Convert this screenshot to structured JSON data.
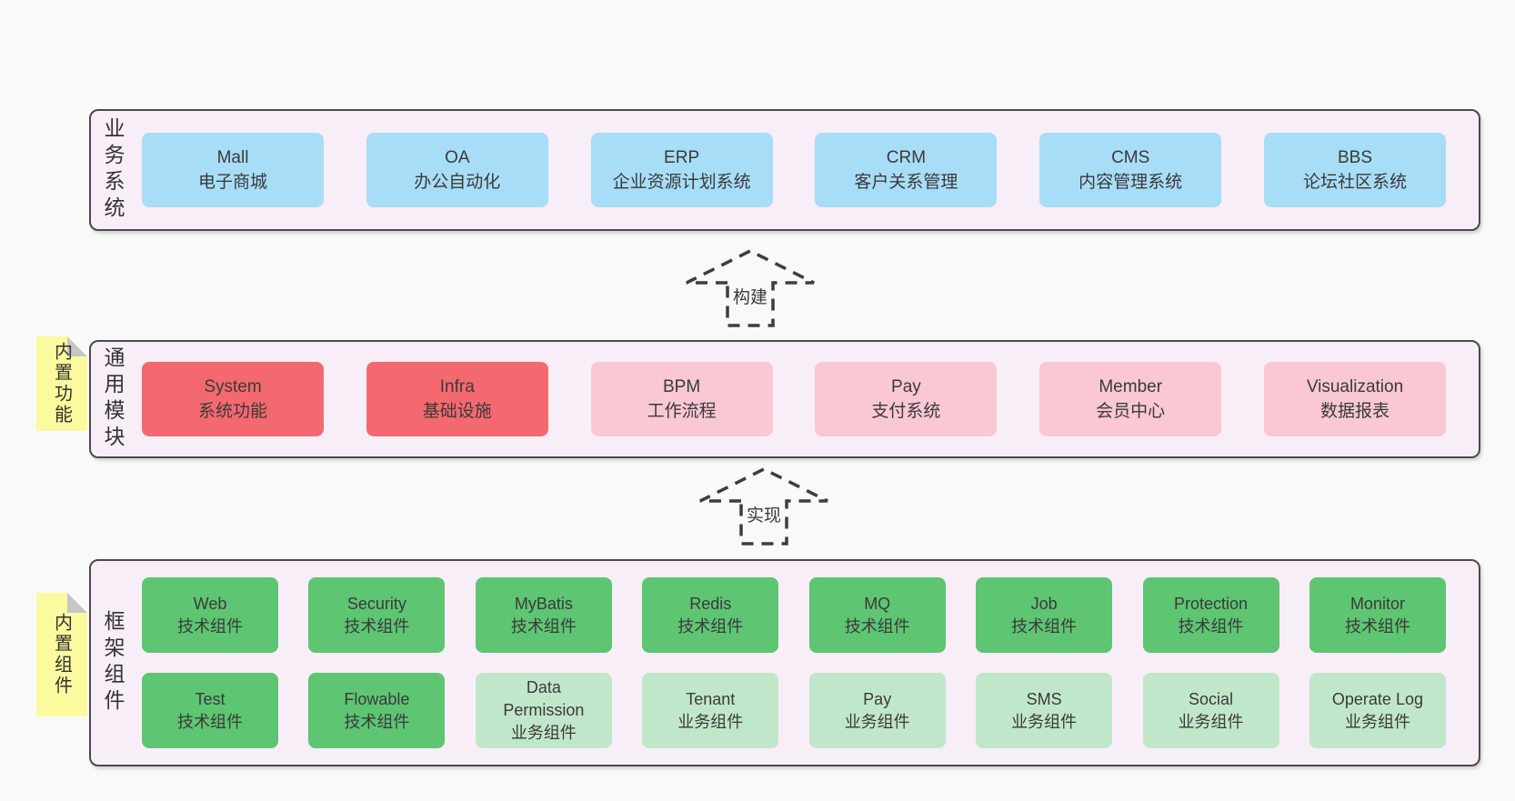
{
  "colors": {
    "page_bg": "#f9f9f9",
    "container_bg": "#f8eef7",
    "container_border": "#4a4a4a",
    "business_box": "#a8ddf7",
    "module_core_box": "#f4696f",
    "module_box": "#f9c8d2",
    "tech_component_box": "#5ec573",
    "biz_component_box": "#c1e7ca",
    "sticky_tag": "#fbfa9e",
    "sticky_fold": "#c6c6c6",
    "text": "#3a3a3a"
  },
  "arrows": [
    {
      "label": "构建"
    },
    {
      "label": "实现"
    }
  ],
  "layers": {
    "business": {
      "label": "业务系统",
      "boxes": [
        {
          "name": "Mall",
          "desc": "电子商城"
        },
        {
          "name": "OA",
          "desc": "办公自动化"
        },
        {
          "name": "ERP",
          "desc": "企业资源计划系统"
        },
        {
          "name": "CRM",
          "desc": "客户关系管理"
        },
        {
          "name": "CMS",
          "desc": "内容管理系统"
        },
        {
          "name": "BBS",
          "desc": "论坛社区系统"
        }
      ]
    },
    "modules": {
      "label": "通用模块",
      "tag": "内置功能",
      "boxes": [
        {
          "name": "System",
          "desc": "系统功能"
        },
        {
          "name": "Infra",
          "desc": "基础设施"
        },
        {
          "name": "BPM",
          "desc": "工作流程"
        },
        {
          "name": "Pay",
          "desc": "支付系统"
        },
        {
          "name": "Member",
          "desc": "会员中心"
        },
        {
          "name": "Visualization",
          "desc": "数据报表"
        }
      ]
    },
    "framework": {
      "label": "框架组件",
      "tag": "内置组件",
      "row1": [
        {
          "name": "Web",
          "desc": "技术组件"
        },
        {
          "name": "Security",
          "desc": "技术组件"
        },
        {
          "name": "MyBatis",
          "desc": "技术组件"
        },
        {
          "name": "Redis",
          "desc": "技术组件"
        },
        {
          "name": "MQ",
          "desc": "技术组件"
        },
        {
          "name": "Job",
          "desc": "技术组件"
        },
        {
          "name": "Protection",
          "desc": "技术组件"
        },
        {
          "name": "Monitor",
          "desc": "技术组件"
        }
      ],
      "row2": [
        {
          "name": "Test",
          "desc": "技术组件"
        },
        {
          "name": "Flowable",
          "desc": "技术组件"
        },
        {
          "name": "Data Permission",
          "desc": "业务组件"
        },
        {
          "name": "Tenant",
          "desc": "业务组件"
        },
        {
          "name": "Pay",
          "desc": "业务组件"
        },
        {
          "name": "SMS",
          "desc": "业务组件"
        },
        {
          "name": "Social",
          "desc": "业务组件"
        },
        {
          "name": "Operate Log",
          "desc": "业务组件"
        }
      ]
    }
  }
}
